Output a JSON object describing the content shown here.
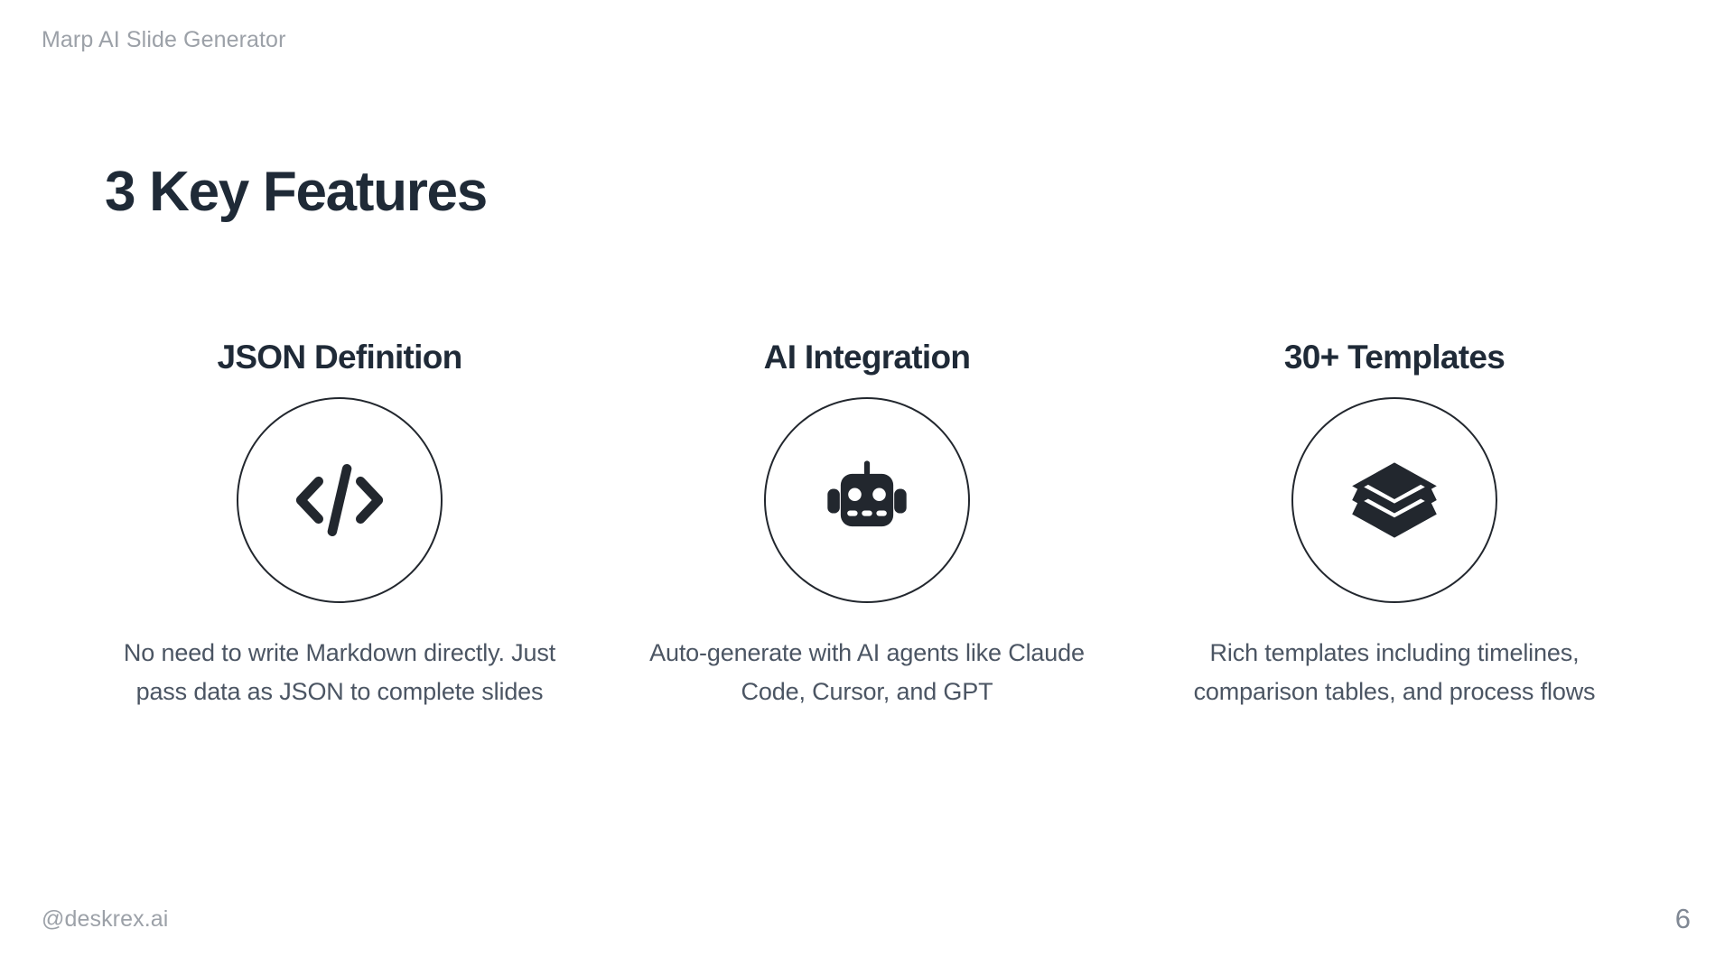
{
  "header": {
    "title": "Marp AI Slide Generator"
  },
  "main": {
    "title": "3 Key Features",
    "columns": [
      {
        "title": "JSON Definition",
        "icon": "code-brackets-icon",
        "description": "No need to write Markdown directly. Just pass data as JSON to complete slides"
      },
      {
        "title": "AI Integration",
        "icon": "robot-icon",
        "description": "Auto-generate with AI agents like Claude Code, Cursor, and GPT"
      },
      {
        "title": "30+ Templates",
        "icon": "layers-icon",
        "description": "Rich templates including timelines, comparison tables, and process flows"
      }
    ]
  },
  "footer": {
    "brand": "@deskrex.ai",
    "page_number": "6"
  },
  "colors": {
    "heading": "#1f2a37",
    "body_text": "#4b5563",
    "muted": "#9ca1a8",
    "icon_stroke": "#22272e",
    "background": "#ffffff"
  }
}
